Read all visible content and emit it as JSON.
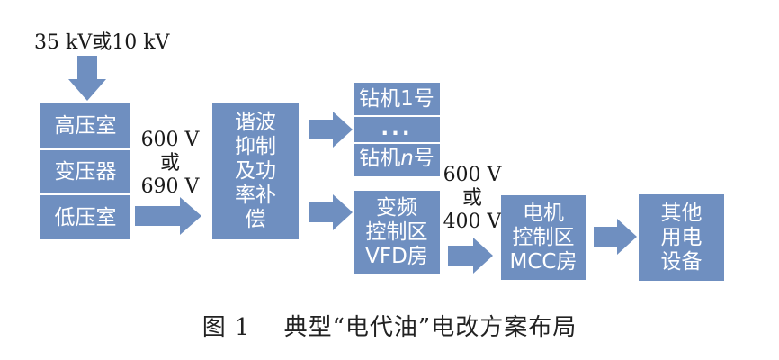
{
  "input_voltage": "35 kV或10 kV",
  "substation": {
    "high_voltage_room": "高压室",
    "transformer": "变压器",
    "low_voltage_room": "低压室"
  },
  "voltage_1": {
    "line1": "600 V",
    "line2": "或",
    "line3": "690 V"
  },
  "harmonic_box": [
    "谐波",
    "抑制",
    "及功",
    "率补",
    "偿"
  ],
  "drill_rigs": {
    "first": "钻机1号",
    "ellipsis": "...",
    "last_prefix": "钻机",
    "last_var": "n",
    "last_suffix": "号"
  },
  "vfd_box": [
    "变频",
    "控制区",
    "VFD房"
  ],
  "voltage_2": {
    "line1": "600 V",
    "line2": "或",
    "line3": "400 V"
  },
  "mcc_box": [
    "电机",
    "控制区",
    "MCC房"
  ],
  "other_box": [
    "其他",
    "用电",
    "设备"
  ],
  "caption": "图 1    典型“电代油”电改方案布局",
  "colors": {
    "box_fill": "#6f8fc0",
    "arrow_fill": "#6f8fc0",
    "box_text": "#ffffff"
  }
}
